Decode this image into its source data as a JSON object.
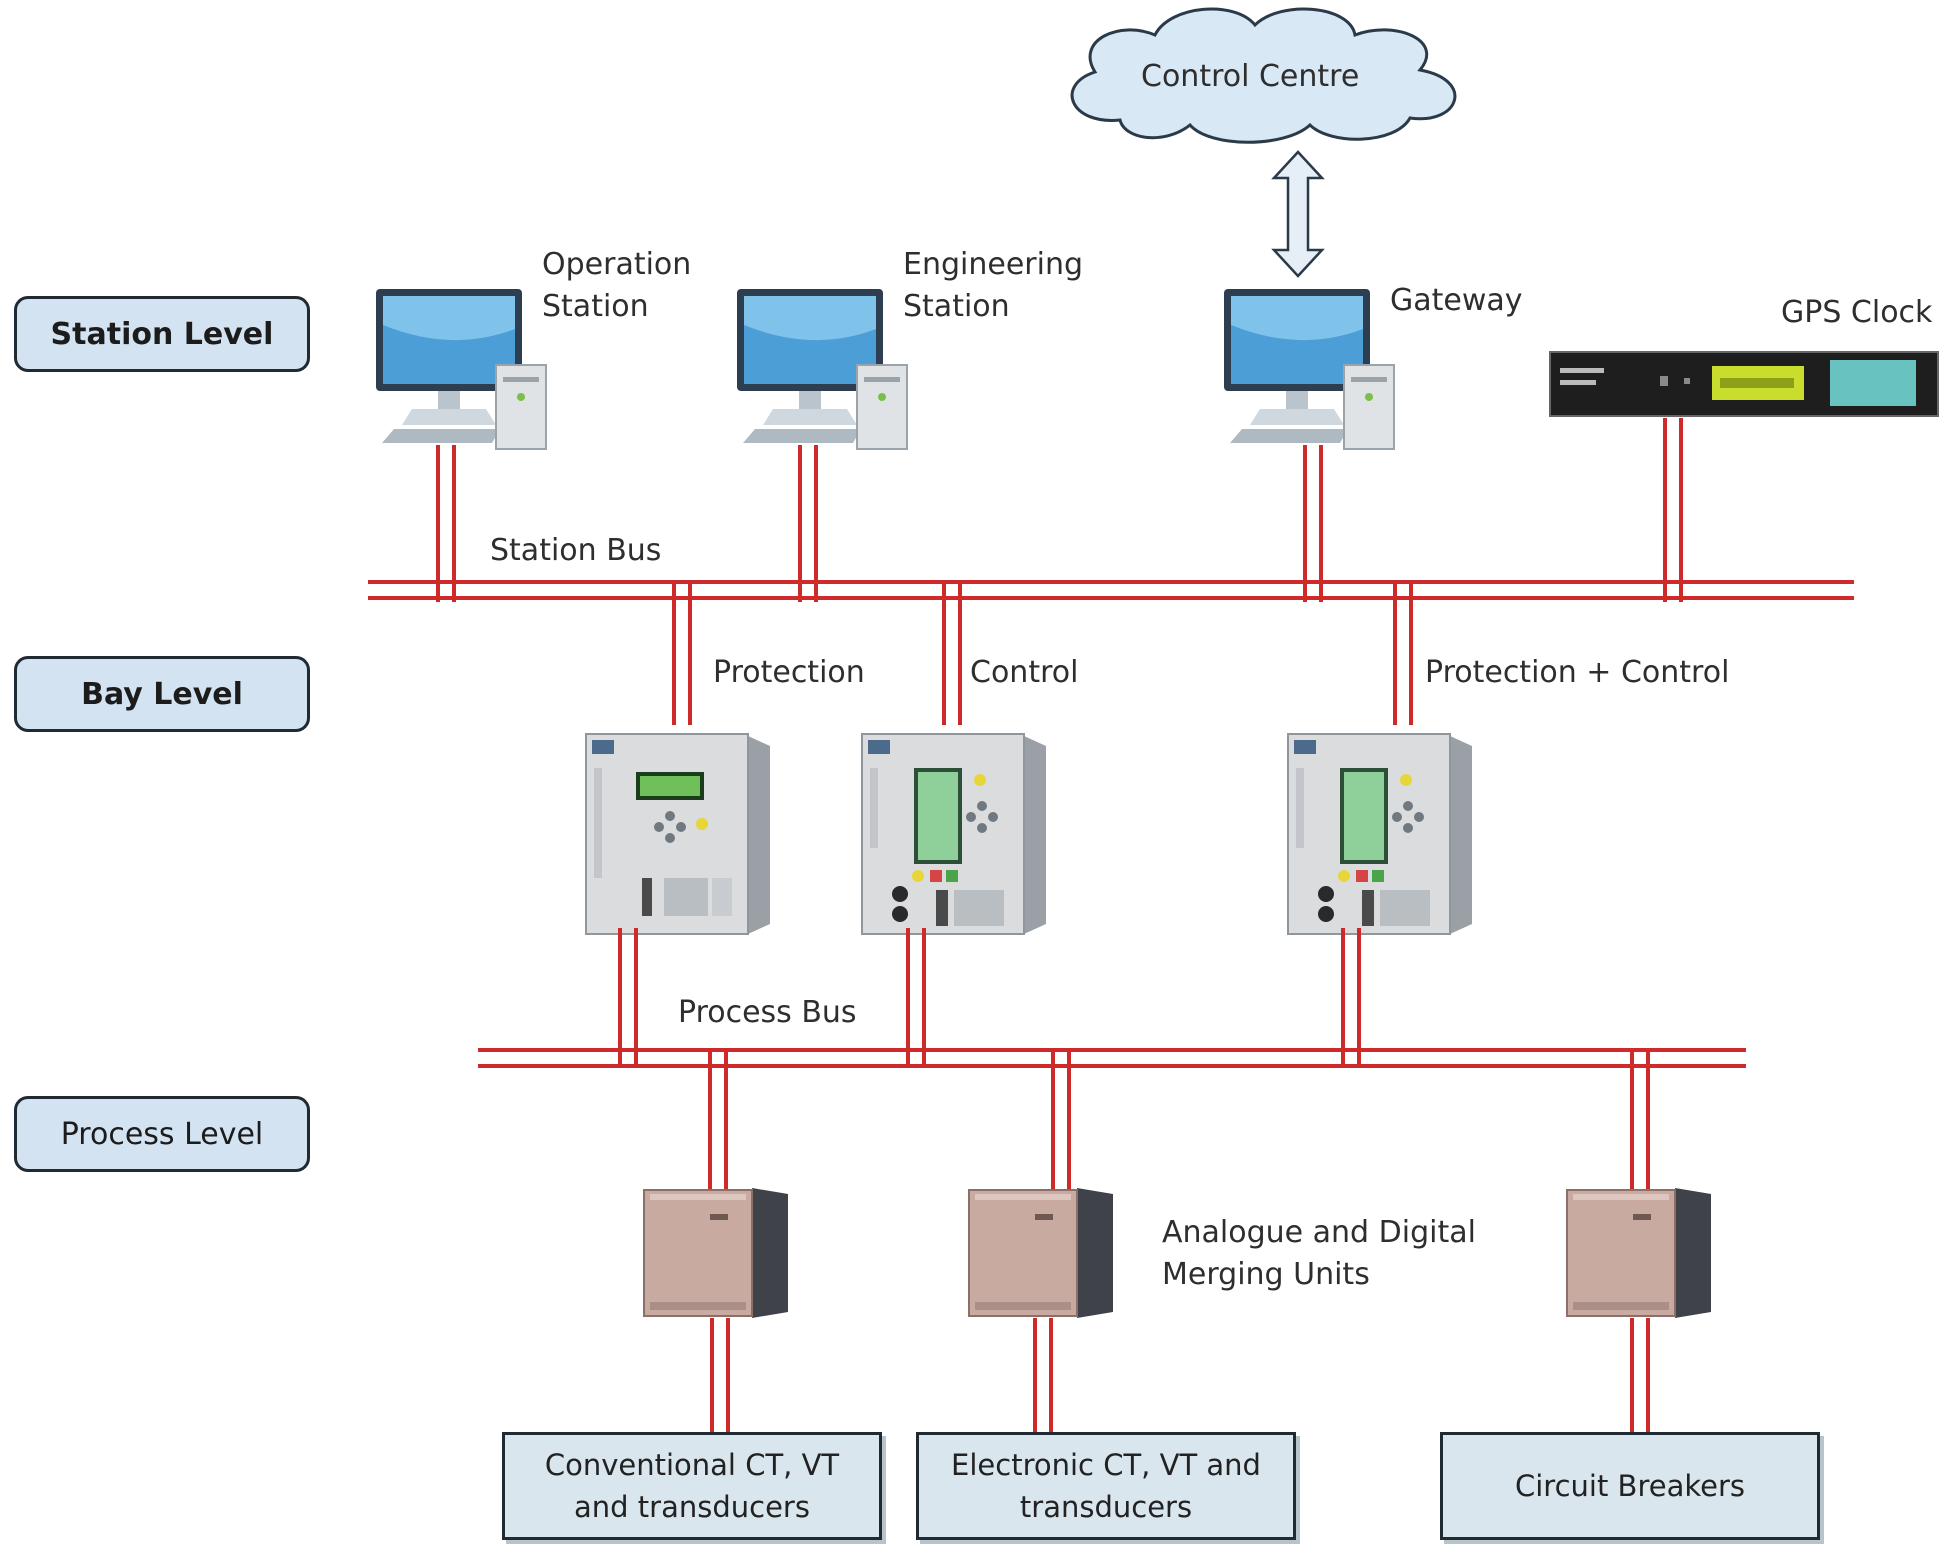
{
  "control_centre": "Control Centre",
  "levels": {
    "station": "Station Level",
    "bay": "Bay Level",
    "process": "Process Level"
  },
  "station_devices": {
    "operation": [
      "Operation",
      "Station"
    ],
    "engineering": [
      "Engineering",
      "Station"
    ],
    "gateway": "Gateway",
    "gps_clock": "GPS Clock"
  },
  "buses": {
    "station": "Station Bus",
    "process": "Process Bus"
  },
  "bay_devices": {
    "protection": "Protection",
    "control": "Control",
    "protection_control": "Protection + Control"
  },
  "merging_units": [
    "Analogue and Digital",
    "Merging Units"
  ],
  "field_devices": {
    "conventional": [
      "Conventional CT, VT",
      "and transducers"
    ],
    "electronic": [
      "Electronic CT, VT and",
      "transducers"
    ],
    "breakers": "Circuit Breakers"
  },
  "colors": {
    "bus_line": "#cf2a2a",
    "level_box": "#d3e3f1",
    "device_box": "#d9e6ee"
  }
}
